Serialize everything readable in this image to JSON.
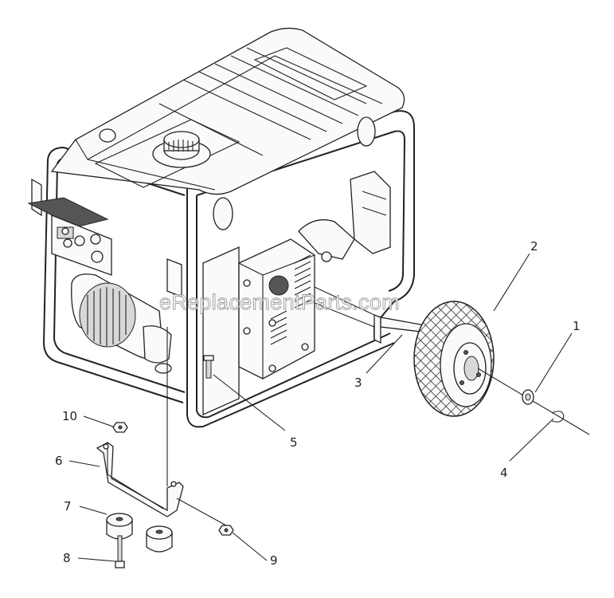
{
  "watermark": "eReplacementParts.com",
  "callouts": [
    {
      "id": "callout-1",
      "label": "1"
    },
    {
      "id": "callout-2",
      "label": "2"
    },
    {
      "id": "callout-3",
      "label": "3"
    },
    {
      "id": "callout-4",
      "label": "4"
    },
    {
      "id": "callout-5",
      "label": "5"
    },
    {
      "id": "callout-6",
      "label": "6"
    },
    {
      "id": "callout-7",
      "label": "7"
    },
    {
      "id": "callout-8",
      "label": "8"
    },
    {
      "id": "callout-9",
      "label": "9"
    },
    {
      "id": "callout-10",
      "label": "10"
    }
  ]
}
